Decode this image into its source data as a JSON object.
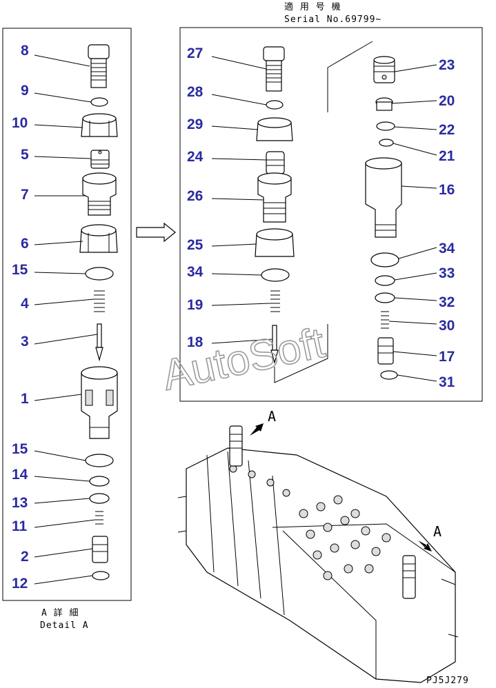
{
  "header": {
    "serial_label_jp": "適 用 号 機",
    "serial_label": "Serial No.69799~"
  },
  "detail": {
    "label_jp": "A 詳 細",
    "label": "Detail A"
  },
  "view_marker": "A",
  "drawing_code": "PJ5J279",
  "watermark": "AutoSoft",
  "left_parts": [
    "8",
    "9",
    "10",
    "5",
    "7",
    "6",
    "15",
    "4",
    "3",
    "1",
    "15",
    "14",
    "13",
    "11",
    "2",
    "12"
  ],
  "right_col1_parts": [
    "27",
    "28",
    "29",
    "24",
    "26",
    "25",
    "34",
    "19",
    "18"
  ],
  "right_col2_parts": [
    "23",
    "20",
    "22",
    "21",
    "16",
    "34",
    "33",
    "32",
    "30",
    "17",
    "31"
  ]
}
